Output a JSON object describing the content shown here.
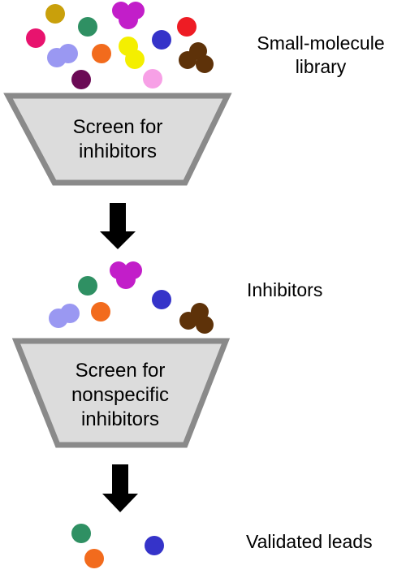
{
  "labels": {
    "library_line1": "Small-molecule",
    "library_line2": "library",
    "inhibitors": "Inhibitors",
    "validated_leads": "Validated leads"
  },
  "funnels": {
    "top": {
      "line1": "Screen for",
      "line2": "inhibitors"
    },
    "bottom": {
      "line1": "Screen for",
      "line2": "nonspecific",
      "line3": "inhibitors"
    }
  },
  "colors": {
    "funnel_fill": "#dcdcdc",
    "funnel_border": "#8a8a8a",
    "arrow": "#000000",
    "gold": "#c9a00b",
    "magenta": "#c21ec9",
    "pink": "#e8136e",
    "green": "#2f9063",
    "red": "#ee1c24",
    "lavender": "#9a98f2",
    "orange": "#f26b1d",
    "yellow": "#f4ef00",
    "blue": "#3533c9",
    "brown": "#5e3209",
    "purple": "#6b0a55",
    "light_pink": "#f7a0e6"
  }
}
